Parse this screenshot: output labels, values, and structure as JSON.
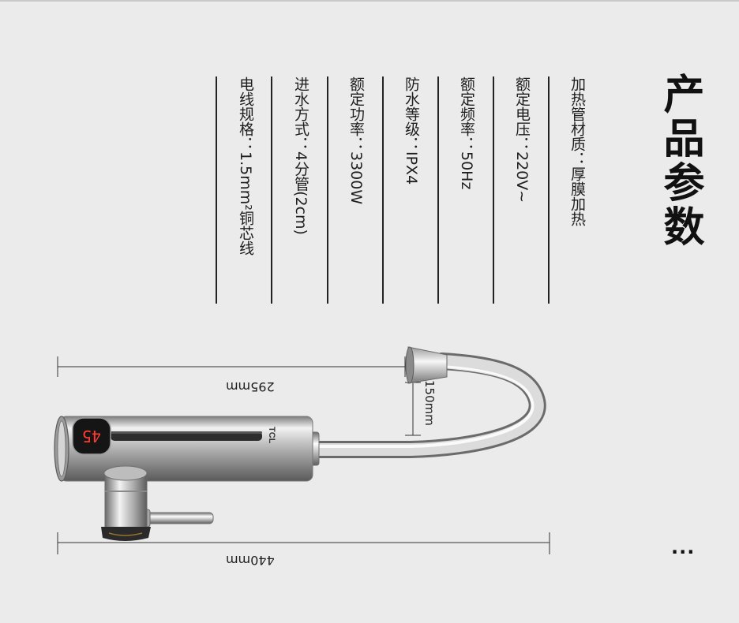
{
  "header": {
    "title": "产品参数"
  },
  "params": [
    {
      "label": "加热管材质：",
      "value": "厚膜加热"
    },
    {
      "label": "额定电压：",
      "value": "220V~"
    },
    {
      "label": "额定频率：",
      "value": "50Hz"
    },
    {
      "label": "防水等级：",
      "value": "IPX4"
    },
    {
      "label": "额定功率：",
      "value": "3300W"
    },
    {
      "label": "进水方式：",
      "value": "4分管(2cm)"
    },
    {
      "label": "电线规格：",
      "value": "1.5mm²铜芯线"
    }
  ],
  "product": {
    "brand": "TCL",
    "display_value": "45"
  },
  "dimensions": {
    "spout_reach": "295mm",
    "spout_height": "150mm",
    "overall_length": "440mm"
  },
  "more": "..."
}
